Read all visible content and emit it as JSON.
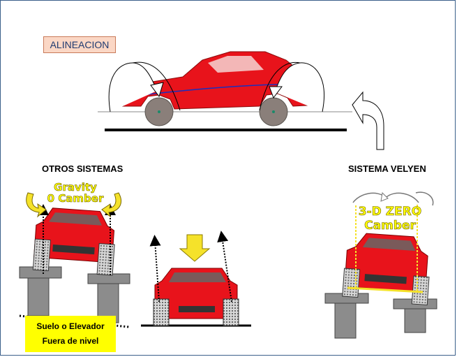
{
  "header": {
    "title": "ALINEACION"
  },
  "left_section": {
    "title": "OTROS SISTEMAS",
    "badge_line1": "Gravity",
    "badge_line2": "0 Camber",
    "note_line1": "Suelo o Elevador",
    "note_line2": "Fuera de nivel"
  },
  "right_section": {
    "title": "SISTEMA VELYEN",
    "badge_line1": "3-D ZERO",
    "badge_line2": "Camber"
  },
  "colors": {
    "car_red": "#e8131b",
    "tire": "#8a7f7a",
    "lift_gray": "#8c8c8c",
    "arrow_yellow": "#f5e22a",
    "note_yellow": "#ffff00",
    "title_box_fill": "#fbd7c5",
    "title_text": "#1f3a70"
  }
}
